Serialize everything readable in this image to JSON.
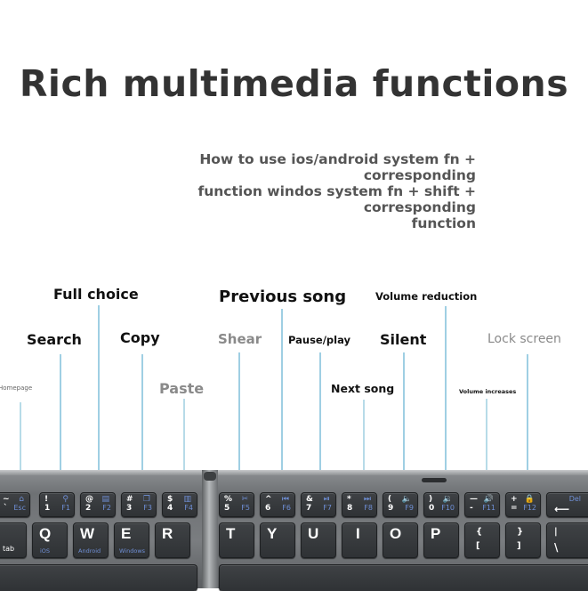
{
  "title": "Rich multimedia functions",
  "subtitle": [
    "How to use ios/android system fn + corresponding",
    "function windos system fn + shift + corresponding",
    "function"
  ],
  "labels": {
    "homepage": "Homepage",
    "search": "Search",
    "full_choice": "Full choice",
    "copy": "Copy",
    "paste": "Paste",
    "shear": "Shear",
    "previous_song": "Previous song",
    "pause_play": "Pause/play",
    "next_song": "Next song",
    "silent": "Silent",
    "volume_reduction": "Volume reduction",
    "volume_increases": "Volume increases",
    "lock_screen": "Lock screen"
  },
  "keys": {
    "esc": {
      "sym": "~",
      "num": "`",
      "fn": "Esc",
      "icon": "⌂"
    },
    "f1": {
      "sym": "!",
      "num": "1",
      "fn": "F1",
      "icon": "⚲"
    },
    "f2": {
      "sym": "@",
      "num": "2",
      "fn": "F2",
      "icon": "▤"
    },
    "f3": {
      "sym": "#",
      "num": "3",
      "fn": "F3",
      "icon": "❐"
    },
    "f4": {
      "sym": "$",
      "num": "4",
      "fn": "F4",
      "icon": "▥"
    },
    "f5": {
      "sym": "%",
      "num": "5",
      "fn": "F5",
      "icon": "✂"
    },
    "f6": {
      "sym": "^",
      "num": "6",
      "fn": "F6",
      "icon": "⏮"
    },
    "f7": {
      "sym": "&",
      "num": "7",
      "fn": "F7",
      "icon": "⏯"
    },
    "f8": {
      "sym": "*",
      "num": "8",
      "fn": "F8",
      "icon": "⏭"
    },
    "f9": {
      "sym": "(",
      "num": "9",
      "fn": "F9",
      "icon": "🔈"
    },
    "f10": {
      "sym": ")",
      "num": "0",
      "fn": "F10",
      "icon": "🔉"
    },
    "f11": {
      "sym": "—",
      "num": "-",
      "fn": "F11",
      "icon": "🔊"
    },
    "f12": {
      "sym": "+",
      "num": "=",
      "fn": "F12",
      "icon": "🔒"
    },
    "del": {
      "sym": "Del",
      "num": "⟵"
    }
  },
  "letters": {
    "tab": "tab",
    "q": "Q",
    "q_sub": "iOS",
    "w": "W",
    "w_sub": "Android",
    "e": "E",
    "e_sub": "Windows",
    "r": "R",
    "t": "T",
    "y": "Y",
    "u": "U",
    "i": "I",
    "o": "O",
    "p": "P",
    "lbrace": "{",
    "lbracket": "[",
    "rbrace": "}",
    "rbracket": "]",
    "pipe": "|",
    "backslash": "\\"
  }
}
